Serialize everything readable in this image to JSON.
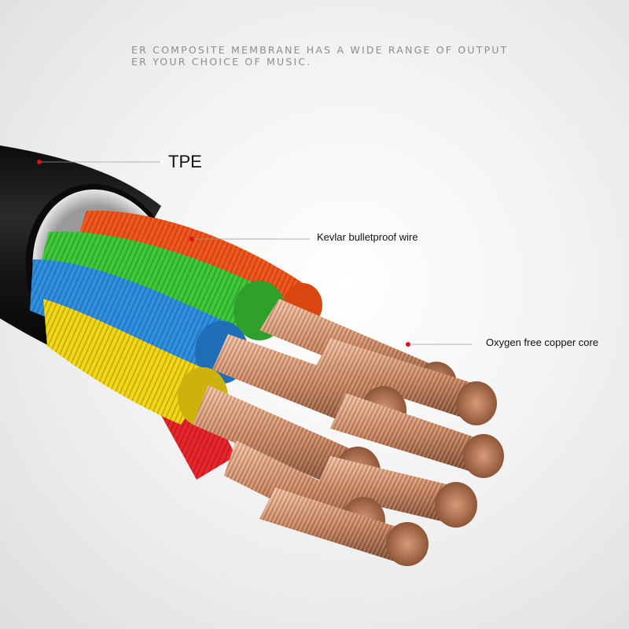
{
  "headline": {
    "line1": "ER COMPOSITE MEMBRANE HAS A WIDE RANGE OF OUTPUT",
    "line2": "ER YOUR CHOICE OF MUSIC."
  },
  "callouts": {
    "tpe": "TPE",
    "kevlar": "Kevlar bulletproof wire",
    "copper": "Oxygen free copper core"
  },
  "colors": {
    "jacket": "#1b1b1b",
    "orange": "#f2561c",
    "green": "#3ec93a",
    "blue": "#2f8fe0",
    "yellow": "#f3d615",
    "red": "#e8252a",
    "copper": "#c98764",
    "marker": "#e0101a"
  }
}
